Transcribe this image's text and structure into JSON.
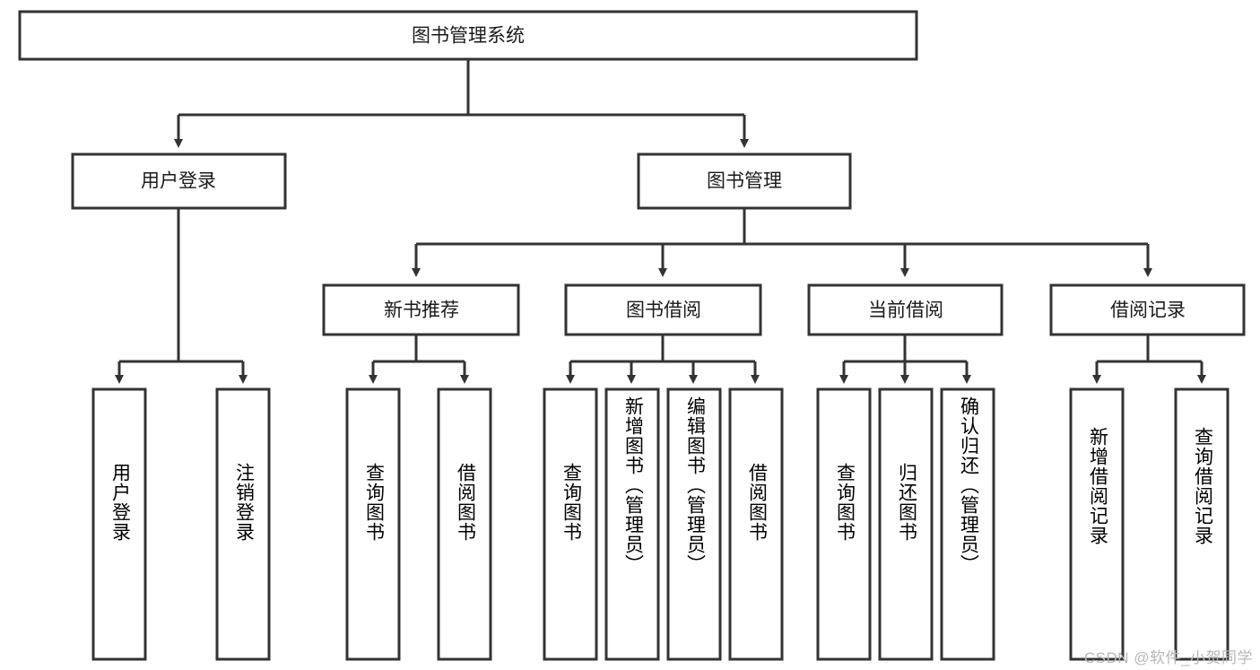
{
  "diagram": {
    "type": "tree-hierarchy",
    "title": "图书管理系统",
    "watermark": "CSDN @软件_小贺同学",
    "colors": {
      "box_stroke": "#333333",
      "box_fill": "#ffffff",
      "text": "#1a1a1a",
      "background": "#ffffff",
      "watermark": "#b8b8b8"
    },
    "levels": {
      "root": {
        "label": "图书管理系统"
      },
      "level2": [
        {
          "id": "user-login",
          "label": "用户登录"
        },
        {
          "id": "book-management",
          "label": "图书管理"
        }
      ],
      "level3": [
        {
          "id": "new-book-recommend",
          "label": "新书推荐",
          "parent": "book-management"
        },
        {
          "id": "book-borrow",
          "label": "图书借阅",
          "parent": "book-management"
        },
        {
          "id": "current-borrow",
          "label": "当前借阅",
          "parent": "book-management"
        },
        {
          "id": "borrow-record",
          "label": "借阅记录",
          "parent": "book-management"
        }
      ],
      "leaves": [
        {
          "id": "leaf-user-login",
          "label": "用户登录",
          "parent": "user-login"
        },
        {
          "id": "leaf-logout-login",
          "label": "注销登录",
          "parent": "user-login"
        },
        {
          "id": "leaf-query-book-1",
          "label": "查询图书",
          "parent": "new-book-recommend"
        },
        {
          "id": "leaf-borrow-book-1",
          "label": "借阅图书",
          "parent": "new-book-recommend"
        },
        {
          "id": "leaf-query-book-2",
          "label": "查询图书",
          "parent": "book-borrow"
        },
        {
          "id": "leaf-add-book",
          "label": "新增图书（管理员）",
          "parent": "book-borrow"
        },
        {
          "id": "leaf-edit-book",
          "label": "编辑图书（管理员）",
          "parent": "book-borrow"
        },
        {
          "id": "leaf-borrow-book-2",
          "label": "借阅图书",
          "parent": "book-borrow"
        },
        {
          "id": "leaf-query-book-3",
          "label": "查询图书",
          "parent": "current-borrow"
        },
        {
          "id": "leaf-return-book",
          "label": "归还图书",
          "parent": "current-borrow"
        },
        {
          "id": "leaf-confirm-return",
          "label": "确认归还（管理员）",
          "parent": "current-borrow"
        },
        {
          "id": "leaf-add-record",
          "label": "新增借阅记录",
          "parent": "borrow-record"
        },
        {
          "id": "leaf-query-record",
          "label": "查询借阅记录",
          "parent": "borrow-record"
        }
      ]
    }
  }
}
